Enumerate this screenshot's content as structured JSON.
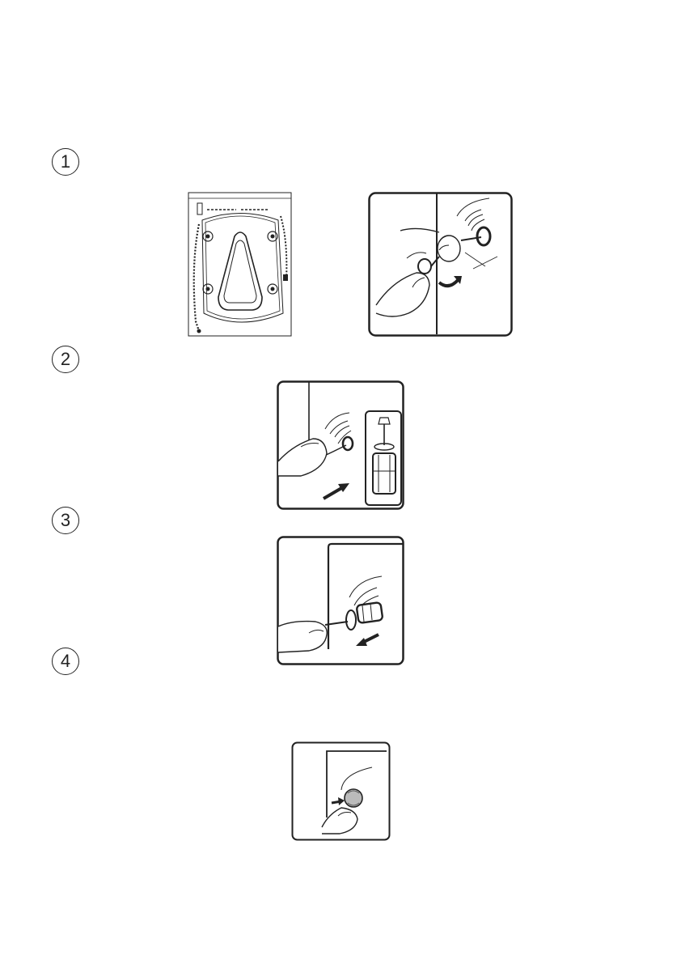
{
  "steps": [
    {
      "number": "1"
    },
    {
      "number": "2"
    },
    {
      "number": "3"
    },
    {
      "number": "4"
    }
  ],
  "icons": {
    "arrow": "arrow-icon",
    "rotate": "rotate-arrow-icon"
  }
}
